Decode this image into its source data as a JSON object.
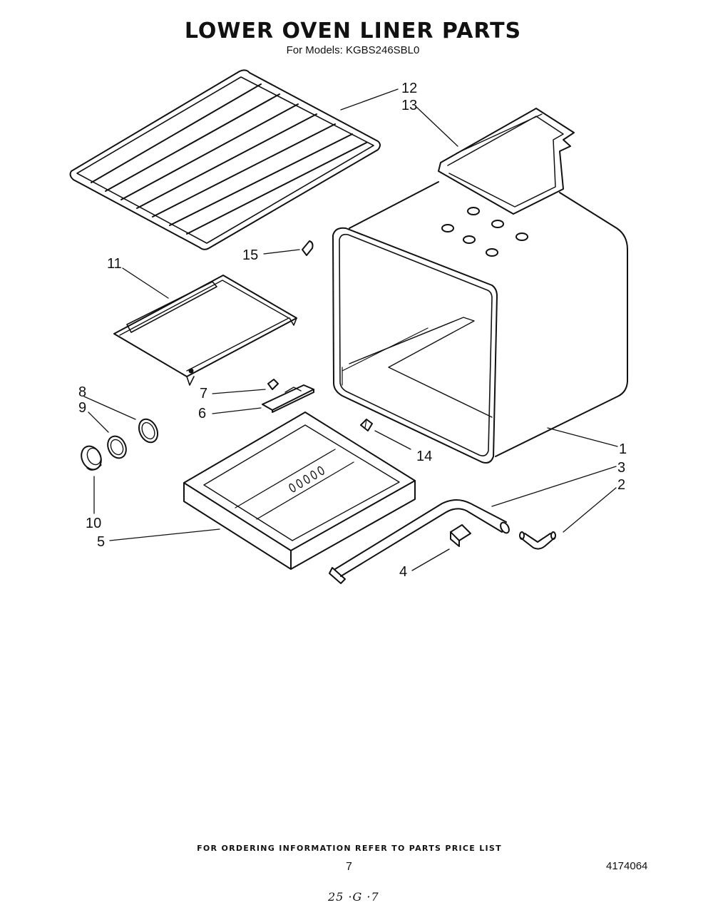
{
  "title": "LOWER OVEN LINER PARTS",
  "subtitle": "For Models: KGBS246SBL0",
  "callouts": {
    "c1": "1",
    "c2": "2",
    "c3": "3",
    "c4": "4",
    "c5": "5",
    "c6": "6",
    "c7": "7",
    "c8": "8",
    "c9": "9",
    "c10": "10",
    "c11": "11",
    "c12": "12",
    "c13": "13",
    "c14": "14",
    "c15": "15"
  },
  "footer": "FOR ORDERING INFORMATION REFER TO PARTS PRICE LIST",
  "page_number": "7",
  "document_number": "4174064",
  "handwritten_note": "25 ·G ·7"
}
